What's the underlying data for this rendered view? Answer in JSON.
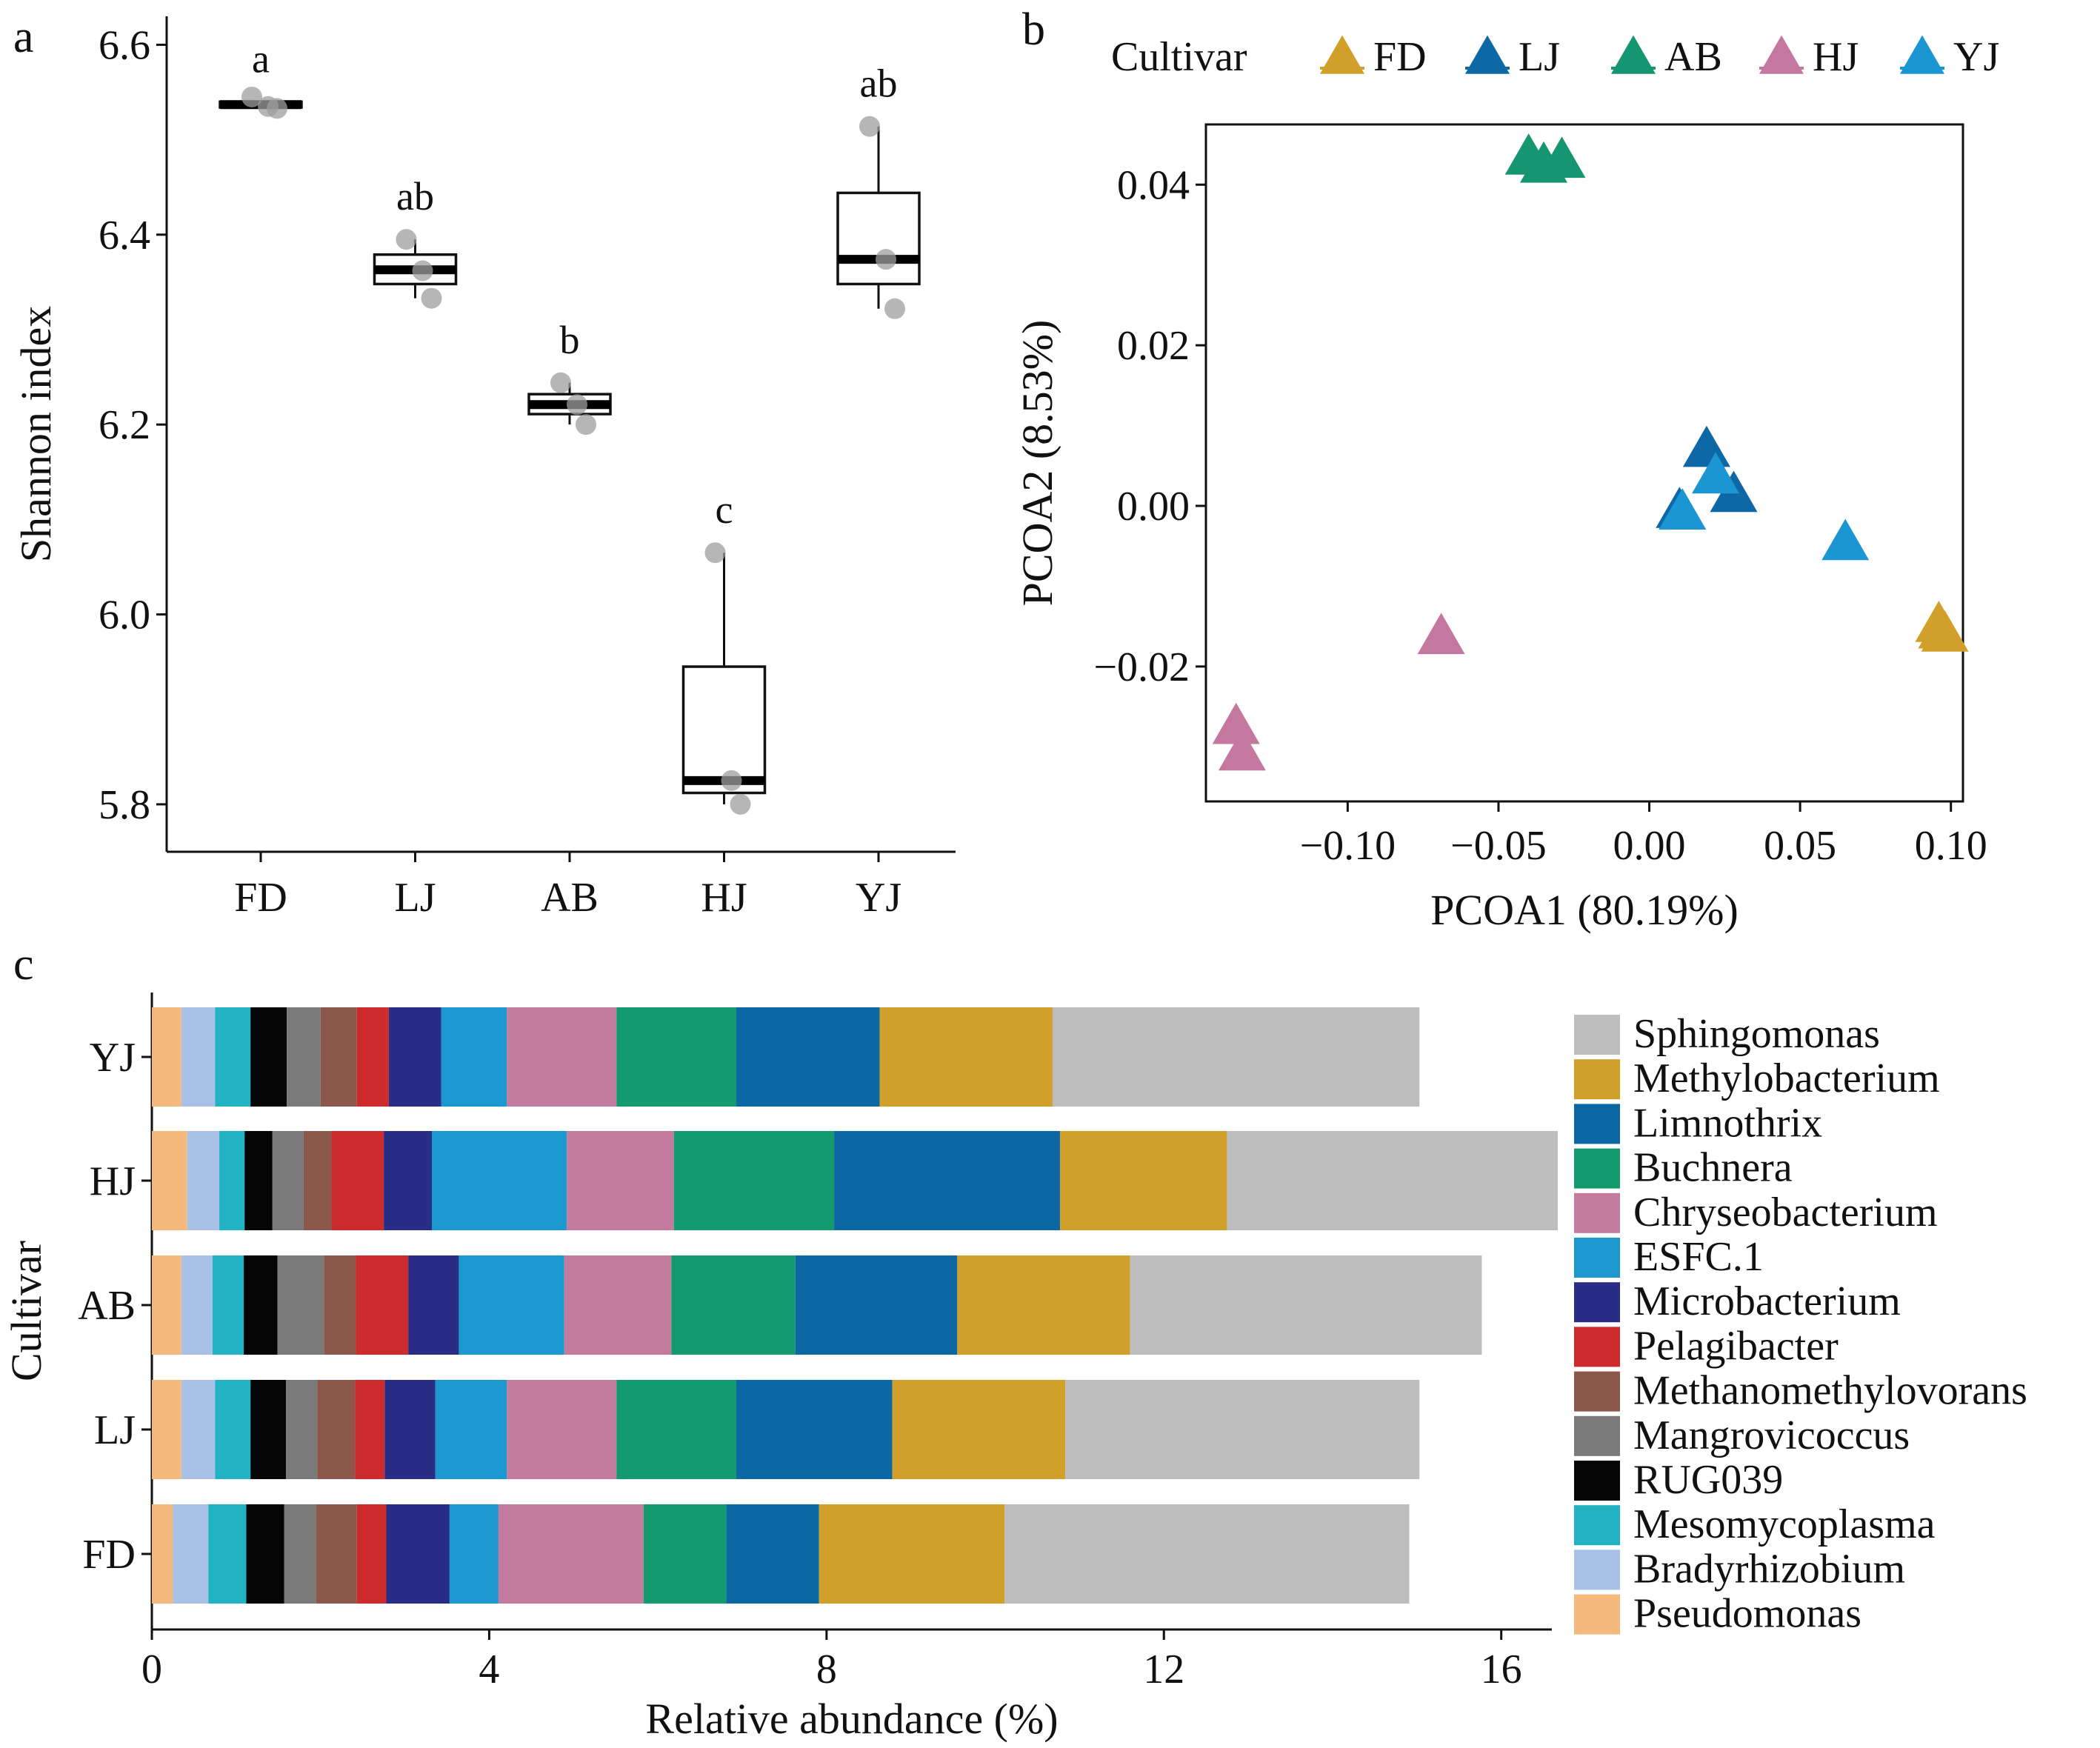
{
  "figure": {
    "panel_letters": [
      "a",
      "b",
      "c"
    ]
  },
  "chart_data": [
    {
      "panel": "a",
      "type": "box",
      "ylabel": "Shannon index",
      "xlabel": "",
      "ylim": [
        5.75,
        6.63
      ],
      "yticks": [
        5.8,
        6.0,
        6.2,
        6.4,
        6.6
      ],
      "ytick_labels": [
        "5.8",
        "6.0",
        "6.2",
        "6.4",
        "6.6"
      ],
      "grid": false,
      "categories": [
        "FD",
        "LJ",
        "AB",
        "HJ",
        "YJ"
      ],
      "boxes": [
        {
          "category": "FD",
          "whisker_low": 6.535,
          "q1": 6.534,
          "median": 6.537,
          "q3": 6.54,
          "whisker_high": 6.54,
          "points": [
            6.545,
            6.535,
            6.533
          ],
          "sig": "a"
        },
        {
          "category": "LJ",
          "whisker_low": 6.333,
          "q1": 6.348,
          "median": 6.363,
          "q3": 6.379,
          "whisker_high": 6.395,
          "points": [
            6.395,
            6.362,
            6.333
          ],
          "sig": "ab"
        },
        {
          "category": "AB",
          "whisker_low": 6.2,
          "q1": 6.211,
          "median": 6.221,
          "q3": 6.232,
          "whisker_high": 6.244,
          "points": [
            6.244,
            6.221,
            6.2
          ],
          "sig": "b"
        },
        {
          "category": "HJ",
          "whisker_low": 5.8,
          "q1": 5.812,
          "median": 5.825,
          "q3": 5.945,
          "whisker_high": 6.065,
          "points": [
            6.065,
            5.825,
            5.8
          ],
          "sig": "c"
        },
        {
          "category": "YJ",
          "whisker_low": 6.322,
          "q1": 6.348,
          "median": 6.374,
          "q3": 6.444,
          "whisker_high": 6.514,
          "points": [
            6.514,
            6.374,
            6.322
          ],
          "sig": "ab"
        }
      ]
    },
    {
      "panel": "b",
      "type": "scatter",
      "marker": "triangle",
      "xlabel": "PCOA1 (80.19%)",
      "ylabel": "PCOA2 (8.53%)",
      "xlim": [
        -0.147,
        0.104
      ],
      "ylim": [
        -0.0368,
        0.0475
      ],
      "xticks": [
        -0.1,
        -0.05,
        0.0,
        0.05,
        0.1
      ],
      "xtick_labels": [
        "−0.10",
        "−0.05",
        "0.00",
        "0.05",
        "0.10"
      ],
      "yticks": [
        -0.02,
        0.0,
        0.02,
        0.04
      ],
      "ytick_labels": [
        "−0.02",
        "0.00",
        "0.02",
        "0.04"
      ],
      "grid": false,
      "legend_title": "Cultivar",
      "legend_position": "top",
      "series": [
        {
          "name": "FD",
          "color": "#D0A02B",
          "points": [
            [
              0.096,
              -0.015
            ],
            [
              0.097,
              -0.0158
            ],
            [
              0.098,
              -0.0162
            ]
          ]
        },
        {
          "name": "LJ",
          "color": "#0E68A5",
          "points": [
            [
              0.019,
              0.0068
            ],
            [
              0.028,
              0.0012
            ],
            [
              0.01,
              -0.0008
            ]
          ]
        },
        {
          "name": "AB",
          "color": "#159570",
          "points": [
            [
              -0.04,
              0.0432
            ],
            [
              -0.035,
              0.0422
            ],
            [
              -0.029,
              0.0428
            ]
          ]
        },
        {
          "name": "HJ",
          "color": "#C478A0",
          "points": [
            [
              -0.069,
              -0.0165
            ],
            [
              -0.137,
              -0.0277
            ],
            [
              -0.135,
              -0.031
            ]
          ]
        },
        {
          "name": "YJ",
          "color": "#1B96D3",
          "points": [
            [
              0.022,
              0.0035
            ],
            [
              0.011,
              -0.001
            ],
            [
              0.065,
              -0.0048
            ]
          ]
        }
      ]
    },
    {
      "panel": "c",
      "type": "bar",
      "orientation": "horizontal",
      "stacked": true,
      "xlabel": "Relative abundance (%)",
      "ylabel": "Cultivar",
      "xlim": [
        0,
        16.6
      ],
      "xticks": [
        0,
        4,
        8,
        12,
        16
      ],
      "xtick_labels": [
        "0",
        "4",
        "8",
        "12",
        "16"
      ],
      "grid": false,
      "legend_position": "right",
      "categories": [
        "YJ",
        "HJ",
        "AB",
        "LJ",
        "FD"
      ],
      "series": [
        {
          "name": "Pseudomonas",
          "color": "#F5B97E",
          "values": [
            0.35,
            0.42,
            0.35,
            0.35,
            0.25
          ]
        },
        {
          "name": "Bradyrhizobium",
          "color": "#A9C1E6",
          "values": [
            0.4,
            0.38,
            0.37,
            0.4,
            0.42
          ]
        },
        {
          "name": "Mesomycoplasma",
          "color": "#21B2C3",
          "values": [
            0.42,
            0.3,
            0.37,
            0.42,
            0.45
          ]
        },
        {
          "name": "RUG039",
          "color": "#050505",
          "values": [
            0.43,
            0.33,
            0.4,
            0.42,
            0.45
          ]
        },
        {
          "name": "Mangrovicoccus",
          "color": "#7A7A7A",
          "values": [
            0.4,
            0.37,
            0.55,
            0.37,
            0.38
          ]
        },
        {
          "name": "Methanomethylovorans",
          "color": "#8C584C",
          "values": [
            0.43,
            0.33,
            0.38,
            0.45,
            0.48
          ]
        },
        {
          "name": "Pelagibacter",
          "color": "#CE2C2C",
          "values": [
            0.38,
            0.62,
            0.62,
            0.35,
            0.35
          ]
        },
        {
          "name": "Microbacterium",
          "color": "#2A2D85",
          "values": [
            0.62,
            0.57,
            0.6,
            0.6,
            0.75
          ]
        },
        {
          "name": "ESFC.1",
          "color": "#1C98D0",
          "values": [
            0.78,
            1.6,
            1.25,
            0.85,
            0.58
          ]
        },
        {
          "name": "Chryseobacterium",
          "color": "#C47BA0",
          "values": [
            1.3,
            1.27,
            1.27,
            1.3,
            1.72
          ]
        },
        {
          "name": "Buchnera",
          "color": "#139A6E",
          "values": [
            1.42,
            1.9,
            1.47,
            1.42,
            0.98
          ]
        },
        {
          "name": "Limnothrix",
          "color": "#0C67A3",
          "values": [
            1.7,
            2.68,
            1.92,
            1.85,
            1.1
          ]
        },
        {
          "name": "Methylobacterium",
          "color": "#D0A02B",
          "values": [
            2.05,
            1.98,
            2.05,
            2.05,
            2.2
          ]
        },
        {
          "name": "Sphingomonas",
          "color": "#BDBDBD",
          "values": [
            4.35,
            3.92,
            4.17,
            4.2,
            4.8
          ]
        }
      ]
    }
  ]
}
